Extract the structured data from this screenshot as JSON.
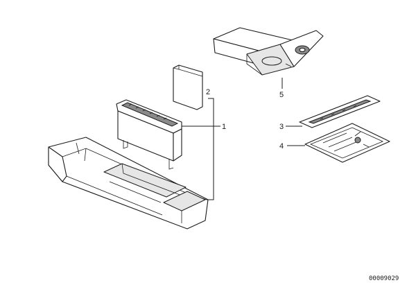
{
  "callouts": {
    "c1": "1",
    "c2": "2",
    "c3": "3",
    "c4": "4",
    "c5": "5"
  },
  "document_id": "00009029"
}
